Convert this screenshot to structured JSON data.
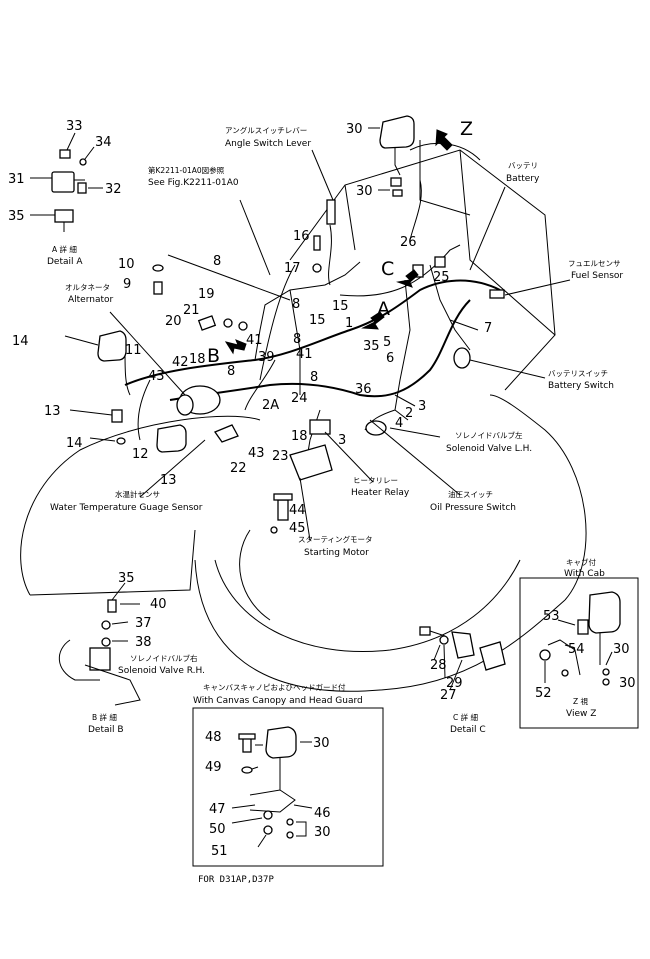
{
  "header": {
    "fig_ref_jp": "第K2211-01A0図参照",
    "fig_ref": "See Fig.K2211-01A0",
    "view_z_marker": "Z"
  },
  "details": {
    "a": {
      "jp": "A 詳 細",
      "en": "Detail A"
    },
    "b": {
      "jp": "B 詳 細",
      "en": "Detail B"
    },
    "c": {
      "jp": "C 詳 細",
      "en": "Detail C"
    },
    "z": {
      "jp": "Z 視",
      "en": "View Z"
    }
  },
  "labels": {
    "angle_switch_jp": "アングルスイッチレバー",
    "angle_switch": "Angle Switch Lever",
    "battery_jp": "バッテリ",
    "battery": "Battery",
    "fuel_sensor_jp": "フュエルセンサ",
    "fuel_sensor": "Fuel Sensor",
    "battery_switch_jp": "バッテリスイッチ",
    "battery_switch": "Battery Switch",
    "solenoid_lh_jp": "ソレノイドバルブ左",
    "solenoid_lh": "Solenoid Valve L.H.",
    "heater_relay_jp": "ヒータリレー",
    "heater_relay": "Heater Relay",
    "oil_pressure_jp": "油圧スイッチ",
    "oil_pressure": "Oil Pressure Switch",
    "starting_motor_jp": "スターティングモータ",
    "starting_motor": "Starting Motor",
    "water_temp_jp": "水温計センサ",
    "water_temp": "Water Temperature Guage Sensor",
    "alternator_jp": "オルタネータ",
    "alternator": "Alternator",
    "solenoid_rh_jp": "ソレノイドバルブ右",
    "solenoid_rh": "Solenoid Valve R.H.",
    "with_cab_jp": "キャブ付",
    "with_cab": "With Cab",
    "canopy_jp": "キャンバスキャノピおよびヘッドガード付",
    "canopy": "With Canvas Canopy and Head Guard"
  },
  "footer": {
    "model_note": "FOR D31AP,D37P"
  },
  "callouts": {
    "n1": "1",
    "n2": "2",
    "n2a": "2A",
    "n3": "3",
    "n4": "4",
    "n5": "5",
    "n6": "6",
    "n7": "7",
    "n8": "8",
    "n9": "9",
    "n10": "10",
    "n11": "11",
    "n12": "12",
    "n13": "13",
    "n14": "14",
    "n15": "15",
    "n16": "16",
    "n17": "17",
    "n18": "18",
    "n19": "19",
    "n20": "20",
    "n21": "21",
    "n22": "22",
    "n23": "23",
    "n24": "24",
    "n25": "25",
    "n26": "26",
    "n27": "27",
    "n28": "28",
    "n29": "29",
    "n30": "30",
    "n31": "31",
    "n32": "32",
    "n33": "33",
    "n34": "34",
    "n35": "35",
    "n36": "36",
    "n37": "37",
    "n38": "38",
    "n39": "39",
    "n40": "40",
    "n41": "41",
    "n42": "42",
    "n43": "43",
    "n44": "44",
    "n45": "45",
    "n46": "46",
    "n47": "47",
    "n48": "48",
    "n49": "49",
    "n50": "50",
    "n51": "51",
    "n52": "52",
    "n53": "53",
    "n54": "54",
    "arrow_a": "A",
    "arrow_b": "B",
    "arrow_c": "C"
  }
}
